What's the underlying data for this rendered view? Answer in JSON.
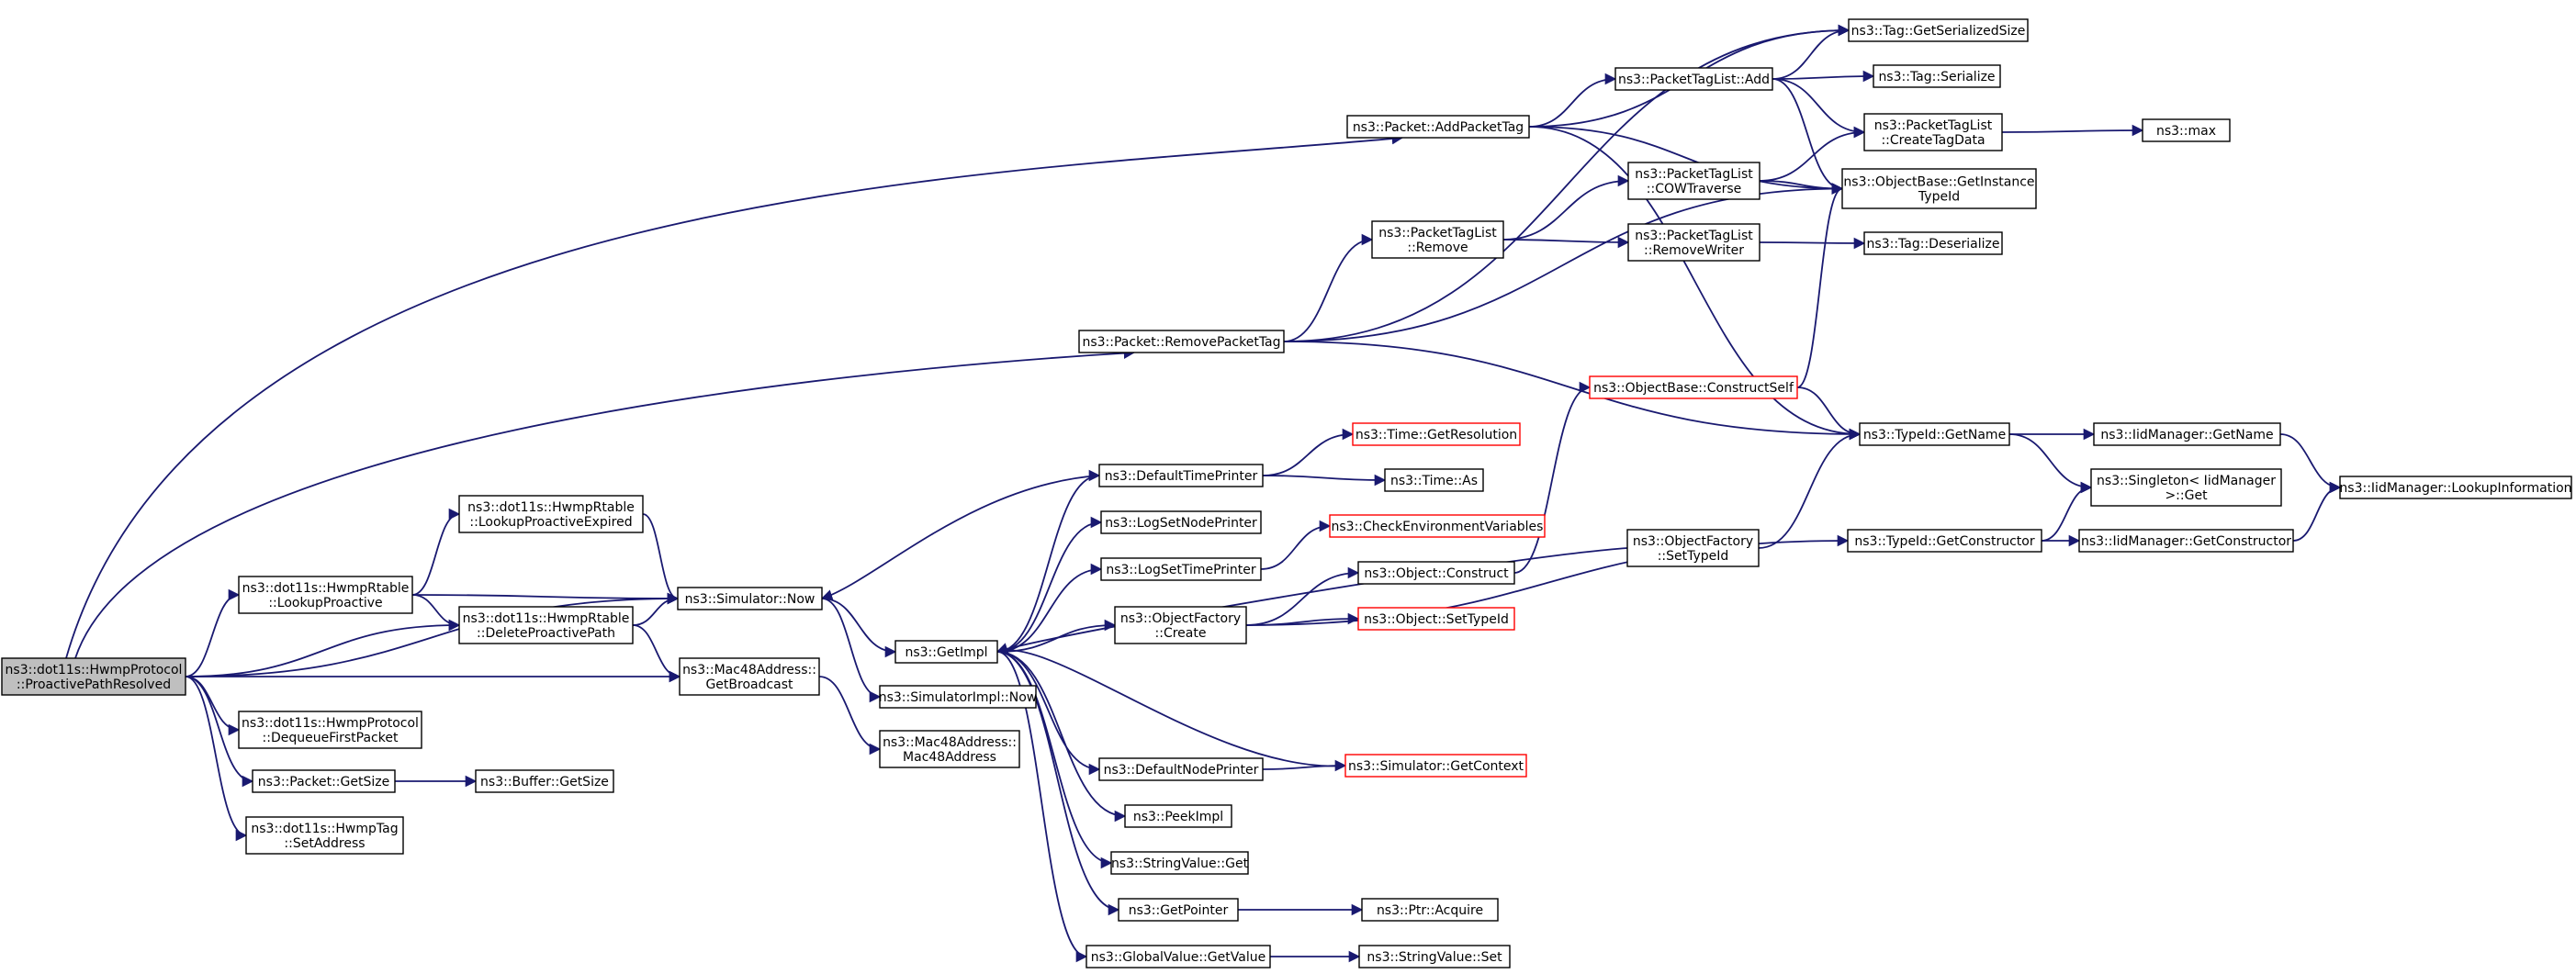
{
  "colors": {
    "edge": "#191970",
    "node_border": "#000000",
    "truncated_border": "#ff0000",
    "root_fill": "#bfbfbf",
    "node_fill": "#ffffff"
  },
  "nodes": {
    "root": [
      "ns3::dot11s::HwmpProtocol",
      "::ProactivePathResolved"
    ],
    "lookup_proactive": [
      "ns3::dot11s::HwmpRtable",
      "::LookupProactive"
    ],
    "lookup_expired": [
      "ns3::dot11s::HwmpRtable",
      "::LookupProactiveExpired"
    ],
    "delete_path": [
      "ns3::dot11s::HwmpRtable",
      "::DeleteProactivePath"
    ],
    "dequeue": [
      "ns3::dot11s::HwmpProtocol",
      "::DequeueFirstPacket"
    ],
    "packet_getsize": [
      "ns3::Packet::GetSize"
    ],
    "buffer_getsize": [
      "ns3::Buffer::GetSize"
    ],
    "setaddress": [
      "ns3::dot11s::HwmpTag",
      "::SetAddress"
    ],
    "sim_now": [
      "ns3::Simulator::Now"
    ],
    "get_broadcast": [
      "ns3::Mac48Address::",
      "GetBroadcast"
    ],
    "mac48": [
      "ns3::Mac48Address::",
      "Mac48Address"
    ],
    "simimpl_now": [
      "ns3::SimulatorImpl::Now"
    ],
    "get_impl": [
      "ns3::GetImpl"
    ],
    "remove_packet_tag": [
      "ns3::Packet::RemovePacketTag"
    ],
    "add_packet_tag": [
      "ns3::Packet::AddPacketTag"
    ],
    "ptl_remove": [
      "ns3::PacketTagList",
      "::Remove"
    ],
    "ptl_add": [
      "ns3::PacketTagList::Add"
    ],
    "ptl_cow": [
      "ns3::PacketTagList",
      "::COWTraverse"
    ],
    "ptl_removewriter": [
      "ns3::PacketTagList",
      "::RemoveWriter"
    ],
    "tag_getserializedsize": [
      "ns3::Tag::GetSerializedSize"
    ],
    "tag_serialize": [
      "ns3::Tag::Serialize"
    ],
    "ptl_createtagdata": [
      "ns3::PacketTagList",
      "::CreateTagData"
    ],
    "max": [
      "ns3::max"
    ],
    "get_instance_typeid": [
      "ns3::ObjectBase::GetInstance",
      "TypeId"
    ],
    "tag_deserialize": [
      "ns3::Tag::Deserialize"
    ],
    "construct_self": [
      "ns3::ObjectBase::ConstructSelf"
    ],
    "typeid_getname": [
      "ns3::TypeId::GetName"
    ],
    "iid_getname": [
      "ns3::IidManager::GetName"
    ],
    "singleton_get": [
      "ns3::Singleton< IidManager",
      ">::Get"
    ],
    "iid_lookup": [
      "ns3::IidManager::LookupInformation"
    ],
    "typeid_getconstructor": [
      "ns3::TypeId::GetConstructor"
    ],
    "iid_getconstructor": [
      "ns3::IidManager::GetConstructor"
    ],
    "default_time_printer": [
      "ns3::DefaultTimePrinter"
    ],
    "time_getresolution": [
      "ns3::Time::GetResolution"
    ],
    "time_as": [
      "ns3::Time::As"
    ],
    "log_set_node_printer": [
      "ns3::LogSetNodePrinter"
    ],
    "check_env": [
      "ns3::CheckEnvironmentVariables"
    ],
    "log_set_time_printer": [
      "ns3::LogSetTimePrinter"
    ],
    "object_construct": [
      "ns3::Object::Construct"
    ],
    "objfactory_create": [
      "ns3::ObjectFactory",
      "::Create"
    ],
    "object_settypeid": [
      "ns3::Object::SetTypeId"
    ],
    "objfactory_settypeid": [
      "ns3::ObjectFactory",
      "::SetTypeId"
    ],
    "default_node_printer": [
      "ns3::DefaultNodePrinter"
    ],
    "sim_getcontext": [
      "ns3::Simulator::GetContext"
    ],
    "peek_impl": [
      "ns3::PeekImpl"
    ],
    "stringvalue_get": [
      "ns3::StringValue::Get"
    ],
    "get_pointer": [
      "ns3::GetPointer"
    ],
    "ptr_acquire": [
      "ns3::Ptr::Acquire"
    ],
    "globalvalue_getvalue": [
      "ns3::GlobalValue::GetValue"
    ],
    "stringvalue_set": [
      "ns3::StringValue::Set"
    ]
  }
}
